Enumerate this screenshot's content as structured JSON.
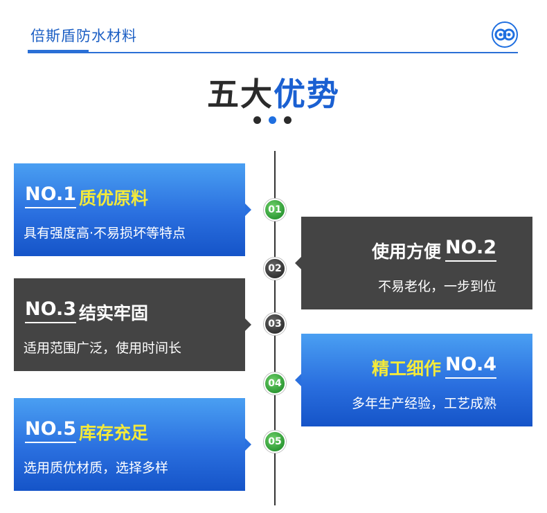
{
  "header": {
    "brand": "倍斯盾防水材料",
    "logo_icon": "brand-logo-icon",
    "accent_color": "#2a6fd6"
  },
  "title": {
    "part1": "五大",
    "part2": "优势"
  },
  "items": [
    {
      "no": "NO.1",
      "heading": "质优原料",
      "desc": "具有强度高·不易损坏等特点",
      "badge": "01",
      "style": "blue"
    },
    {
      "no": "NO.2",
      "heading": "使用方便",
      "desc": "不易老化，一步到位",
      "badge": "02",
      "style": "dark"
    },
    {
      "no": "NO.3",
      "heading": "结实牢固",
      "desc": "适用范围广泛，使用时间长",
      "badge": "03",
      "style": "dark"
    },
    {
      "no": "NO.4",
      "heading": "精工细作",
      "desc": "多年生产经验，工艺成熟",
      "badge": "04",
      "style": "blue"
    },
    {
      "no": "NO.5",
      "heading": "库存充足",
      "desc": "选用质优材质，选择多样",
      "badge": "05",
      "style": "blue"
    }
  ],
  "colors": {
    "blue": "#2a6fdf",
    "dark": "#444444",
    "highlight": "#f4ea3a",
    "badge_green": "#2e9a35"
  }
}
